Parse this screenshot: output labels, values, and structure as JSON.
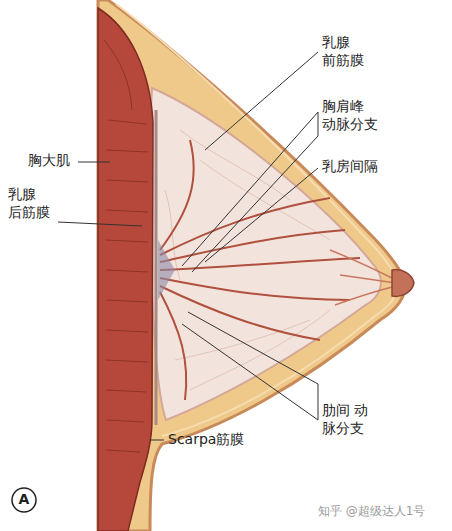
{
  "diagram": {
    "labels": [
      "乳腺 前筋膜",
      "胸肩峰 动脉分支",
      "乳房间隔",
      "胸大肌",
      "乳腺 后筋膜",
      "肋间 动脉分支",
      "Scarpa筋膜",
      "A",
      "知乎 @超级达人1号"
    ]
  }
}
